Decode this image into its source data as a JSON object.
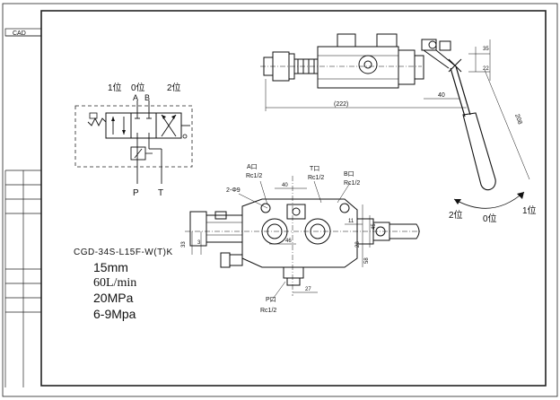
{
  "title_block": {
    "cad_label": "CAD"
  },
  "schematic": {
    "pos1_label": "1位",
    "pos0_label": "0位",
    "pos2_label": "2位",
    "port_a": "A",
    "port_b": "B",
    "port_p": "P",
    "port_t": "T"
  },
  "side_view": {
    "dim_222": "(222)",
    "dim_40": "40",
    "dim_208": "208",
    "dim_35": "35",
    "dim_22": "22",
    "lever_pos2": "2位",
    "lever_pos0": "0位",
    "lever_pos1": "1位"
  },
  "front_view": {
    "a_port": "A口",
    "a_thread": "Rc1/2",
    "t_port": "T口",
    "t_thread": "Rc1/2",
    "b_port": "B口",
    "b_thread": "Rc1/2",
    "holes": "2-Φ9",
    "p_port": "P口",
    "p_thread": "Rc1/2",
    "dim_40": "40",
    "dim_33": "33",
    "dim_46": "46",
    "dim_27": "27",
    "dim_58": "58",
    "dim_28": "28",
    "dim_45": "45",
    "dim_11": "11",
    "dim_3": "3"
  },
  "specs": {
    "model": "CGD-34S-L15F-W(T)K",
    "flow_diameter": "15mm",
    "flow_rate": "60L/min",
    "pressure": "20MPa",
    "pressure_range": "6-9Mpa"
  }
}
